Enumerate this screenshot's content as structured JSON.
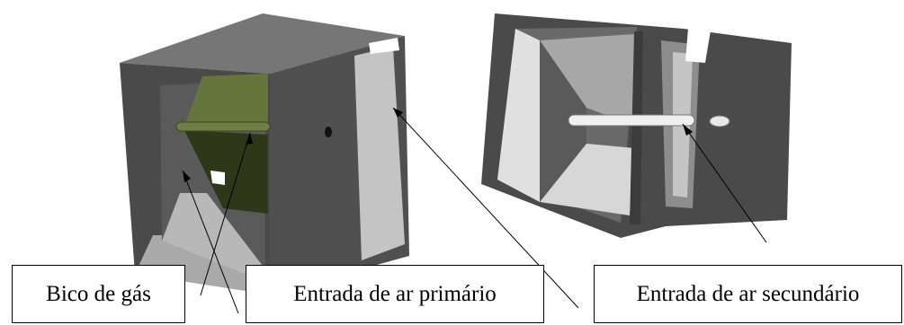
{
  "labels": {
    "gas_nozzle": "Bico de gás",
    "primary_air_inlet": "Entrada de ar primário",
    "secondary_air_inlet": "Entrada de ar secundário"
  },
  "colors": {
    "housing_dark": "#4a4a4a",
    "housing_mid": "#5e5e5e",
    "housing_top": "#7a7a7a",
    "inner_light": "#b9b9b9",
    "inner_lighter": "#d0d0d0",
    "nozzle_green": "#5f6e38",
    "nozzle_green_dark": "#2f3a18",
    "pipe": "#e6e6e6",
    "outline": "#000000"
  }
}
